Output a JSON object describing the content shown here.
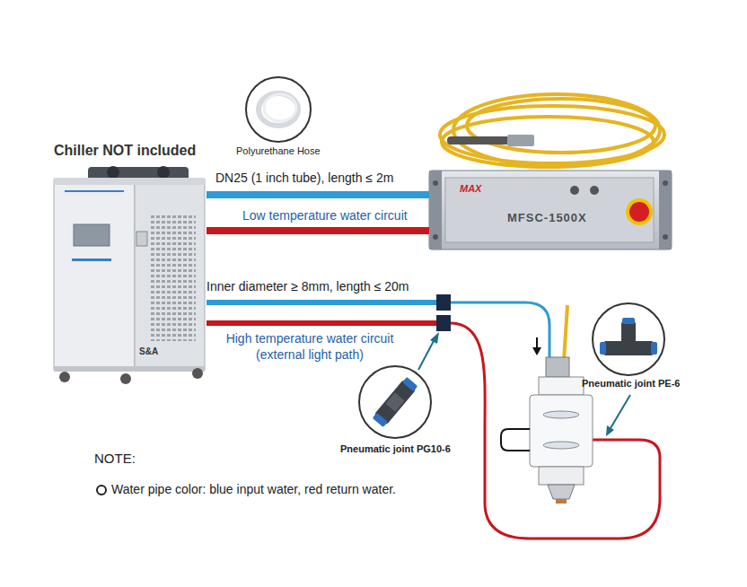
{
  "diagram": {
    "nodes": [
      {
        "text": [
          "Chiller NOT included",
          "S&A"
        ]
      },
      {
        "text": [
          "MAX",
          "MFSC-1500X"
        ]
      }
    ],
    "edges": [
      {
        "from": 0,
        "to": 1,
        "arrow": "none",
        "label": "DN25 (1 inch tube), length ≤ 2m"
      },
      {
        "from": 1,
        "to": 0,
        "arrow": "none",
        "label": "Low temperature water circuit"
      }
    ],
    "labels": [
      "Polyurethane Hose",
      "Inner diameter ≥ 8mm, length ≤ 20m",
      "High temperature water circuit (external light path)",
      "Pneumatic joint PG10-6",
      "Pneumatic joint PE-6",
      "NOTE:",
      "Water pipe color: blue input water, red return water."
    ]
  }
}
